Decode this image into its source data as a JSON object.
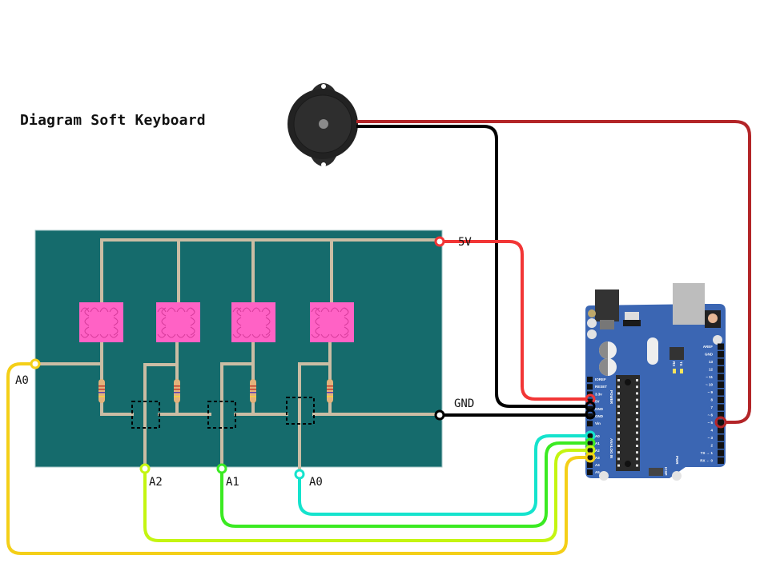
{
  "title": "Diagram Soft Keyboard",
  "colors": {
    "board": "#156b6c",
    "trace": "#cbbda4",
    "sensor": "#ff62c5",
    "wire_5v": "#f23636",
    "wire_gnd": "#000000",
    "wire_buzzer": "#b32528",
    "wire_a0_board": "#15e3cd",
    "wire_a1": "#3bea22",
    "wire_a2": "#c4f511",
    "wire_a0_edge": "#f4cf18",
    "arduino": "#3b66b3"
  },
  "board": {
    "sensors": [
      {
        "name": "soft-key-1"
      },
      {
        "name": "soft-key-2"
      },
      {
        "name": "soft-key-3"
      },
      {
        "name": "soft-key-4"
      }
    ],
    "resistor_count": 4,
    "junction_count": 3
  },
  "labels": {
    "vcc": "5V",
    "gnd": "GND",
    "left_pin": "A0",
    "pin_a2": "A2",
    "pin_a1": "A1",
    "pin_a0": "A0"
  },
  "arduino": {
    "power_labels": [
      "IOREF",
      "RESET",
      "3.3v",
      "5V",
      "GND",
      "GND",
      "Vin"
    ],
    "power_header": "POWER",
    "analog_labels": [
      "A0",
      "A1",
      "A2",
      "A3",
      "A4",
      "A5"
    ],
    "analog_header": "ANALOG IN",
    "digital_labels": [
      "AREF",
      "GND",
      "13",
      "12",
      "~ 11",
      "~ 10",
      "~ 9",
      "8",
      "7",
      "~ 6",
      "~ 5",
      "4",
      "~ 3",
      "2",
      "TX → 1",
      "RX ← 0"
    ],
    "led_labels": [
      "RX",
      "TX"
    ],
    "pwr_led": "PWR",
    "icsp": "ICSP"
  },
  "buzzer": {
    "name": "piezo-buzzer"
  }
}
